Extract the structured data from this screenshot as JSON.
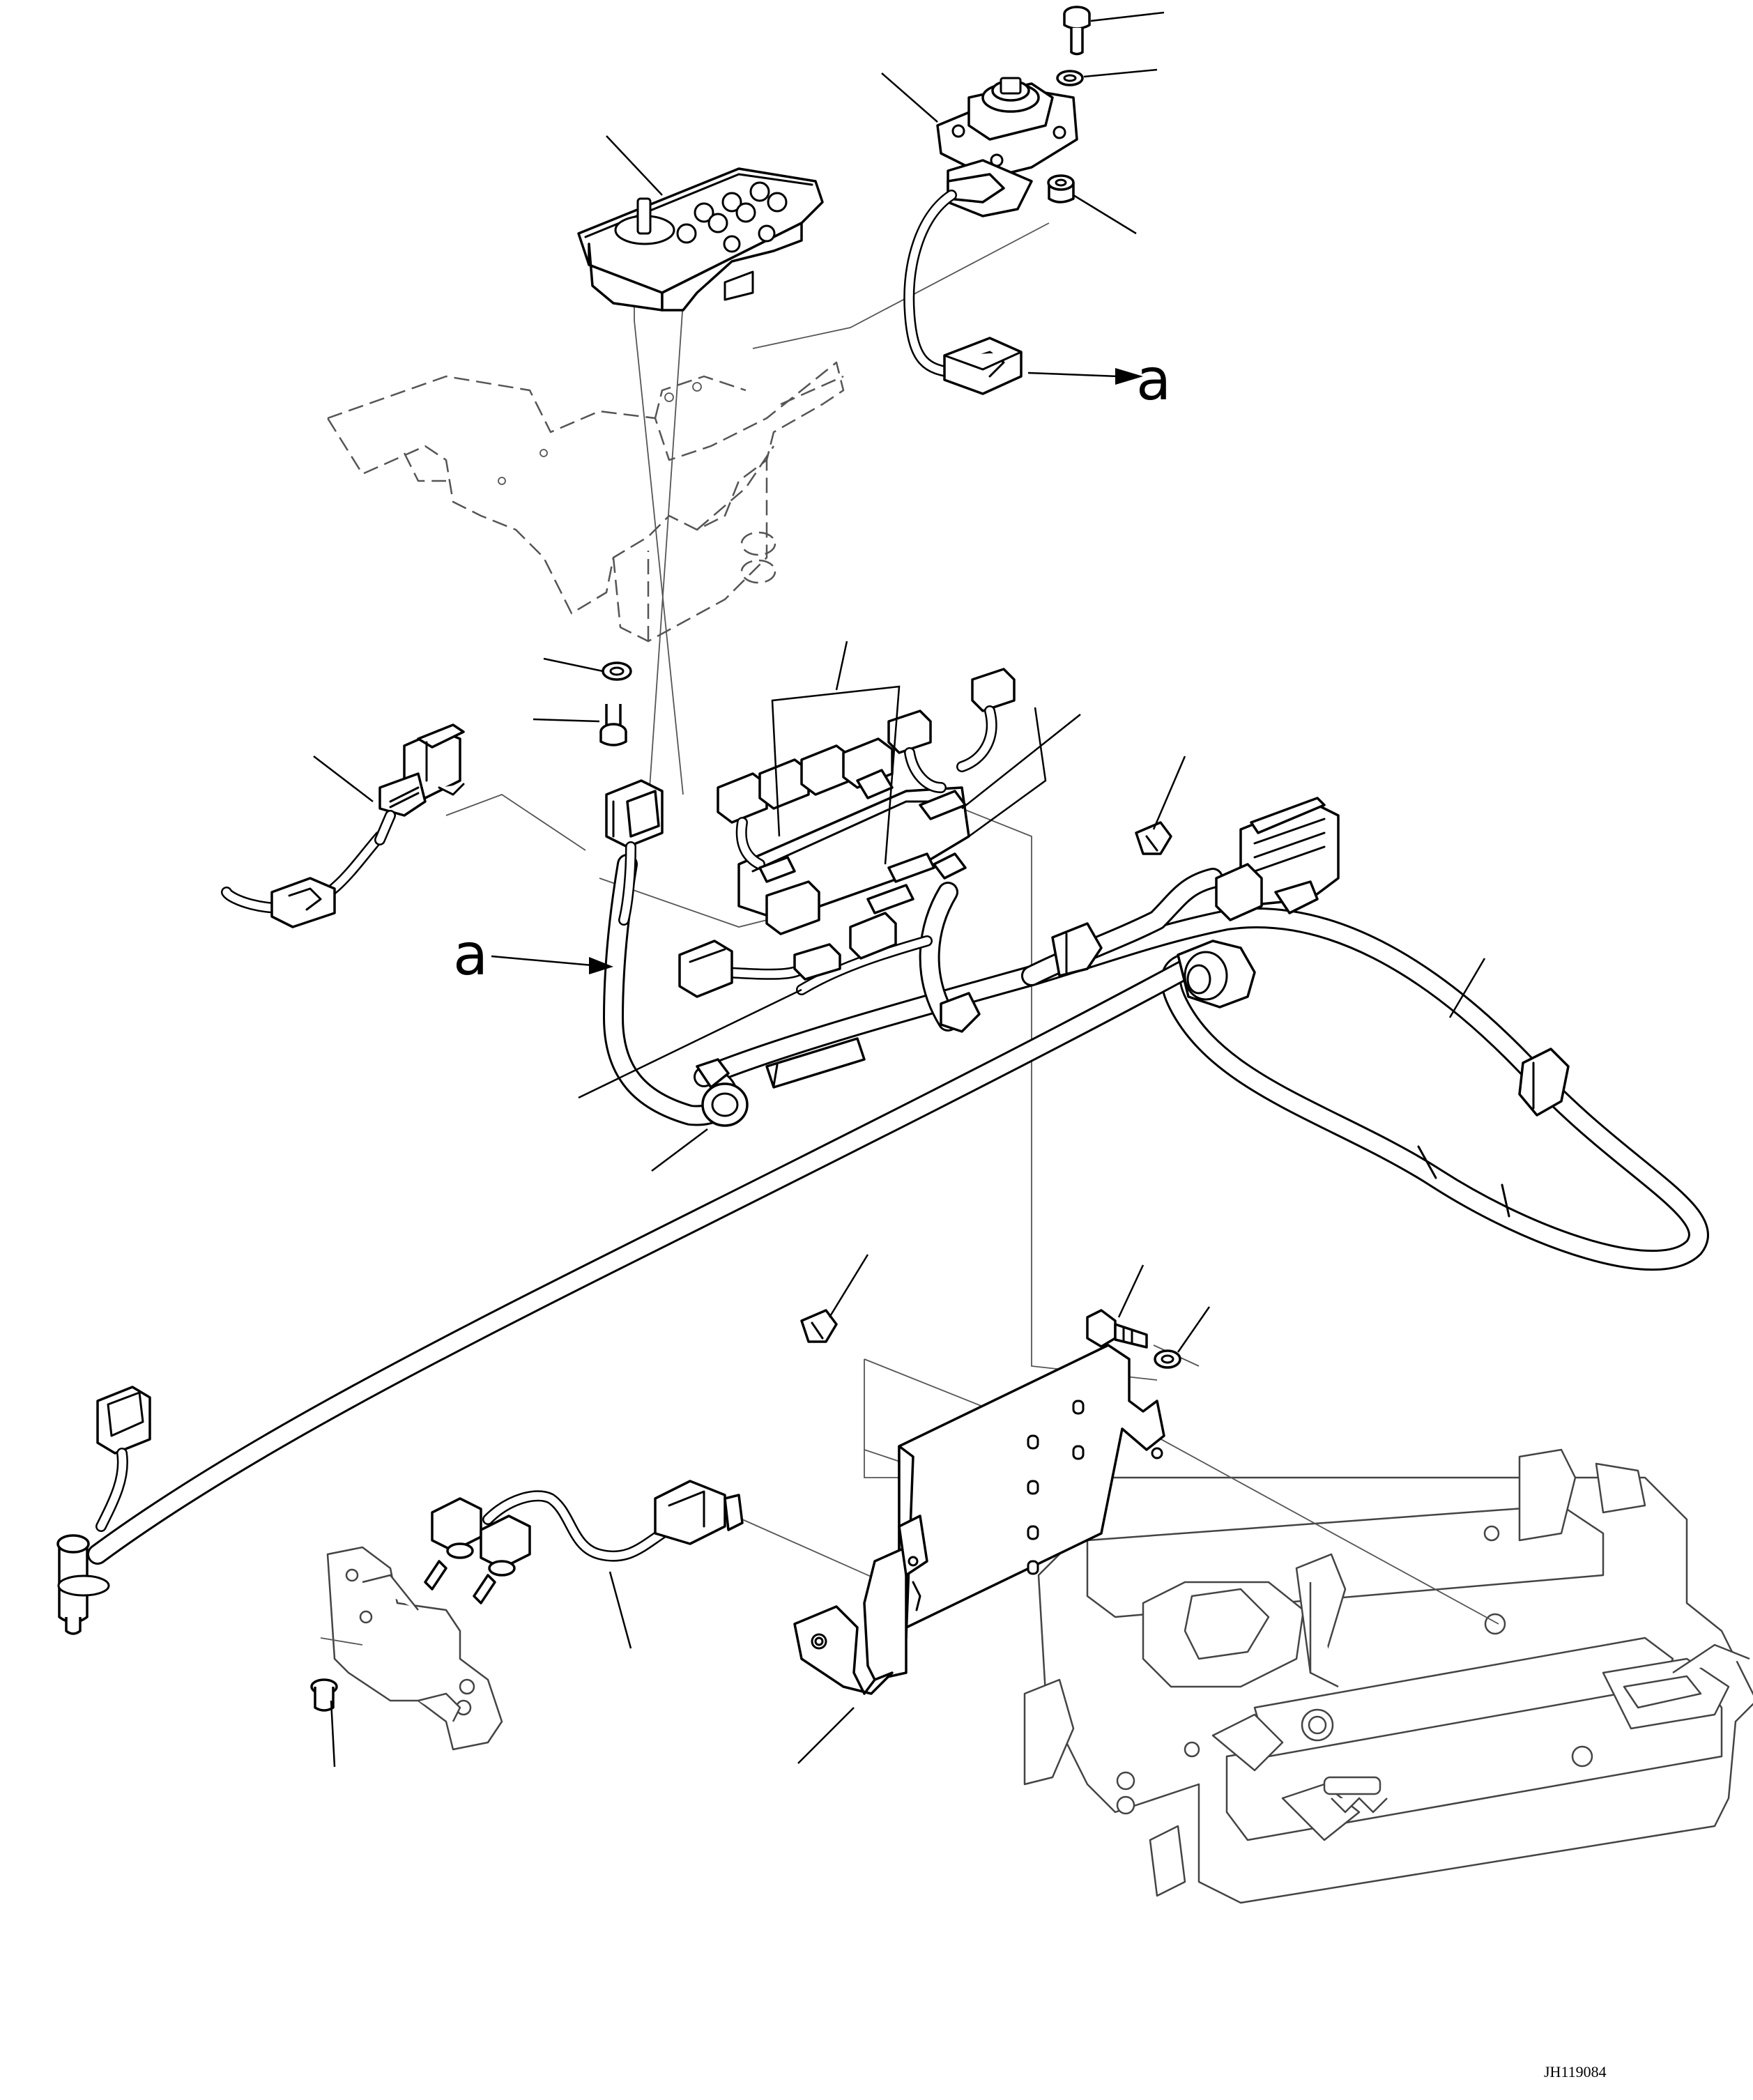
{
  "reference_marks": {
    "mark_a_top": "a",
    "mark_a_left": "a"
  },
  "drawing_number": "JH119084"
}
